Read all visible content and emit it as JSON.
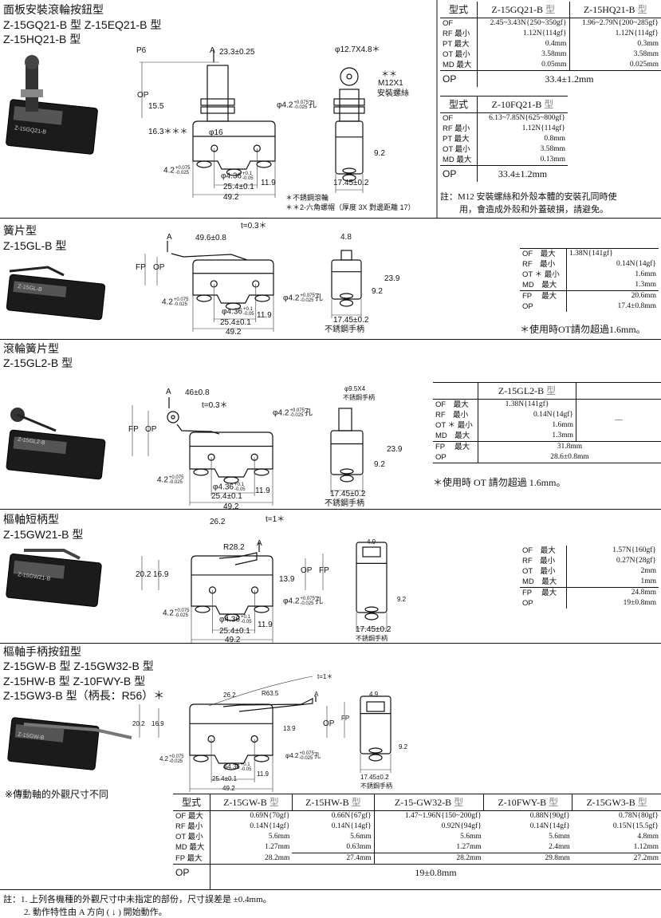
{
  "sections": [
    {
      "title": "面板安裝滾輪按鈕型",
      "models": [
        "Z-15GQ21-B 型  Z-15EQ21-B 型",
        "Z-15HQ21-B 型"
      ],
      "photo_label": "Z-15GQ21-B"
    },
    {
      "title": "簧片型",
      "models": [
        "Z-15GL-B 型"
      ],
      "photo_label": "Z-15GL-B"
    },
    {
      "title": "滾輪簧片型",
      "models": [
        "Z-15GL2-B 型"
      ],
      "photo_label": "Z-15GL2-B"
    },
    {
      "title": "樞軸短柄型",
      "models": [
        "Z-15GW21-B 型"
      ],
      "photo_label": "Z-15GW21-B"
    },
    {
      "title": "樞軸手柄按鈕型",
      "models": [
        "Z-15GW-B 型  Z-15GW32-B 型",
        "Z-15HW-B 型  Z-10FWY-B 型",
        "Z-15GW3-B 型（柄長：R56）＊"
      ],
      "photo_label": "Z-15GW-B",
      "footnote": "※傳動軸的外觀尺寸不同"
    }
  ],
  "common": {
    "tol_42_plus": "+0.075",
    "tol_42_minus": "-0.025",
    "d42": "4.2",
    "phi42": "φ4.2",
    "hole": "孔",
    "phi436": "φ4.36",
    "tol_436_plus": "+0.1",
    "tol_436_minus": "-0.05",
    "d254": "25.4±0.1",
    "d119": "11.9",
    "d492": "49.2",
    "d1745": "17.45±0.2",
    "d92": "9.2",
    "d239": "23.9",
    "ss_lever": "不銹鋼手柄",
    "A": "A",
    "OP": "OP",
    "FP": "FP"
  },
  "drawing1": {
    "p6": "P6",
    "d233": "23.3±0.25",
    "d155": "15.5",
    "d163": "16.3＊＊＊",
    "phi16": "φ16",
    "roller": "φ12.7X4.8＊",
    "ss": "＊＊",
    "m12": "M12X1",
    "screw": "安裝螺絲",
    "note1": "＊不銹鋼滾輪",
    "note2": "＊＊2-六角螺帽（厚度 3X 對邊距離 17）"
  },
  "drawing2": {
    "t": "t=0.3＊",
    "d496": "49.6±0.8",
    "d48": "4.8"
  },
  "drawing3": {
    "t": "t=0.3＊",
    "d46": "46±0.8",
    "roller": "φ9.5X4"
  },
  "drawing4": {
    "d262": "26.2",
    "t": "t=1＊",
    "r": "R28.2",
    "d202": "20.2",
    "d169": "16.9",
    "d139": "13.9",
    "d49": "4.9"
  },
  "drawing5": {
    "d262": "26.2",
    "t": "t=1＊",
    "r": "R63.5",
    "d202": "20.2",
    "d169": "16.9",
    "d139": "13.9",
    "d49": "4.9"
  },
  "table1": {
    "header": [
      "型式",
      "Z-15GQ21-B",
      "Z-15HQ21-B"
    ],
    "suffix": "型",
    "rows": [
      {
        "k": "OF",
        "v": [
          "2.45~3.43N{250~350gf}",
          "1.96~2.79N{200~285gf}"
        ]
      },
      {
        "k": "RF 最小",
        "v": [
          "1.12N{114gf}",
          "1.12N{114gf}"
        ]
      },
      {
        "k": "PT 最大",
        "v": [
          "0.4mm",
          "0.3mm"
        ]
      },
      {
        "k": "OT 最小",
        "v": [
          "3.58mm",
          "3.58mm"
        ]
      },
      {
        "k": "MD 最大",
        "v": [
          "0.05mm",
          "0.025mm"
        ]
      }
    ],
    "op_label": "OP",
    "op": "33.4±1.2mm"
  },
  "table2": {
    "header": [
      "型式",
      "Z-10FQ21-B"
    ],
    "suffix": "型",
    "rows": [
      {
        "k": "OF",
        "v": "6.13~7.85N{625~800gf}"
      },
      {
        "k": "RF 最小",
        "v": "1.12N{114gf}"
      },
      {
        "k": "PT 最大",
        "v": "0.8mm"
      },
      {
        "k": "OT 最小",
        "v": "3.58mm"
      },
      {
        "k": "MD 最大",
        "v": "0.13mm"
      }
    ],
    "op_label": "OP",
    "op": "33.4±1.2mm",
    "note": [
      "註：M12 安裝螺絲和外殼本體的安裝孔同時使",
      "用，會造成外殼和外蓋破損，請避免。"
    ]
  },
  "table3": {
    "rows": [
      {
        "k": "OF　最大",
        "v": "1.38N{141gf}"
      },
      {
        "k": "RF　最小",
        "v": "0.14N{14gf}"
      },
      {
        "k": "OT ＊ 最小",
        "v": "1.6mm"
      },
      {
        "k": "MD　最大",
        "v": "1.3mm"
      },
      {
        "k": "FP　 最大",
        "v": "20.6mm"
      },
      {
        "k": "OP",
        "v": "17.4±0.8mm"
      }
    ],
    "note": "＊使用時OT請勿超過1.6mm。"
  },
  "table4": {
    "header": "Z-15GL2-B",
    "suffix": "型",
    "dash": "—",
    "rows": [
      {
        "k": "OF　最大",
        "v": "1.38N{141gf}"
      },
      {
        "k": "RF　最小",
        "v": "0.14N{14gf}"
      },
      {
        "k": "OT ＊ 最小",
        "v": "1.6mm"
      },
      {
        "k": "MD　最大",
        "v": "1.3mm"
      },
      {
        "k": "FP　 最大",
        "v": "31.8mm"
      },
      {
        "k": "OP",
        "v": "28.6±0.8mm"
      }
    ],
    "note": "＊使用時 OT 請勿超過 1.6mm。"
  },
  "table5": {
    "rows": [
      {
        "k": "OF　最大",
        "v": "1.57N{160gf}"
      },
      {
        "k": "RF　最小",
        "v": "0.27N{28gf}"
      },
      {
        "k": "OT　最小",
        "v": "2mm"
      },
      {
        "k": "MD　最大",
        "v": "1mm"
      },
      {
        "k": "FP　 最大",
        "v": "24.8mm"
      },
      {
        "k": "OP",
        "v": "19±0.8mm"
      }
    ]
  },
  "table6": {
    "header": [
      "型式",
      "Z-15GW-B",
      "Z-15HW-B",
      "Z-15-GW32-B",
      "Z-10FWY-B",
      "Z-15GW3-B"
    ],
    "suffix": "型",
    "rows": [
      {
        "k": "OF 最大",
        "v": [
          "0.69N{70gf}",
          "0.66N{67gf}",
          "1.47~1.96N{150~200gf}",
          "0.88N{90gf}",
          "0.78N{80gf}"
        ]
      },
      {
        "k": "RF 最小",
        "v": [
          "0.14N{14gf}",
          "0.14N{14gf}",
          "0.92N{94gf}",
          "0.14N{14gf}",
          "0.15N{15.5gf}"
        ]
      },
      {
        "k": "OT 最小",
        "v": [
          "5.6mm",
          "5.6mm",
          "5.6mm",
          "5.6mm",
          "4.8mm"
        ]
      },
      {
        "k": "MD 最大",
        "v": [
          "1.27mm",
          "0.63mm",
          "1.27mm",
          "2.4mm",
          "1.12mm"
        ]
      },
      {
        "k": "FP 最大",
        "v": [
          "28.2mm",
          "27.4mm",
          "28.2mm",
          "29.8mm",
          "27.2mm"
        ]
      }
    ],
    "op_label": "OP",
    "op": "19±0.8mm"
  },
  "footer_notes": [
    "註：1. 上列各機種的外觀尺寸中未指定的部份，尺寸誤差是 ±0.4mm。",
    "2. 動作特性由 A 方向 ( ↓ ) 開始動作。"
  ]
}
